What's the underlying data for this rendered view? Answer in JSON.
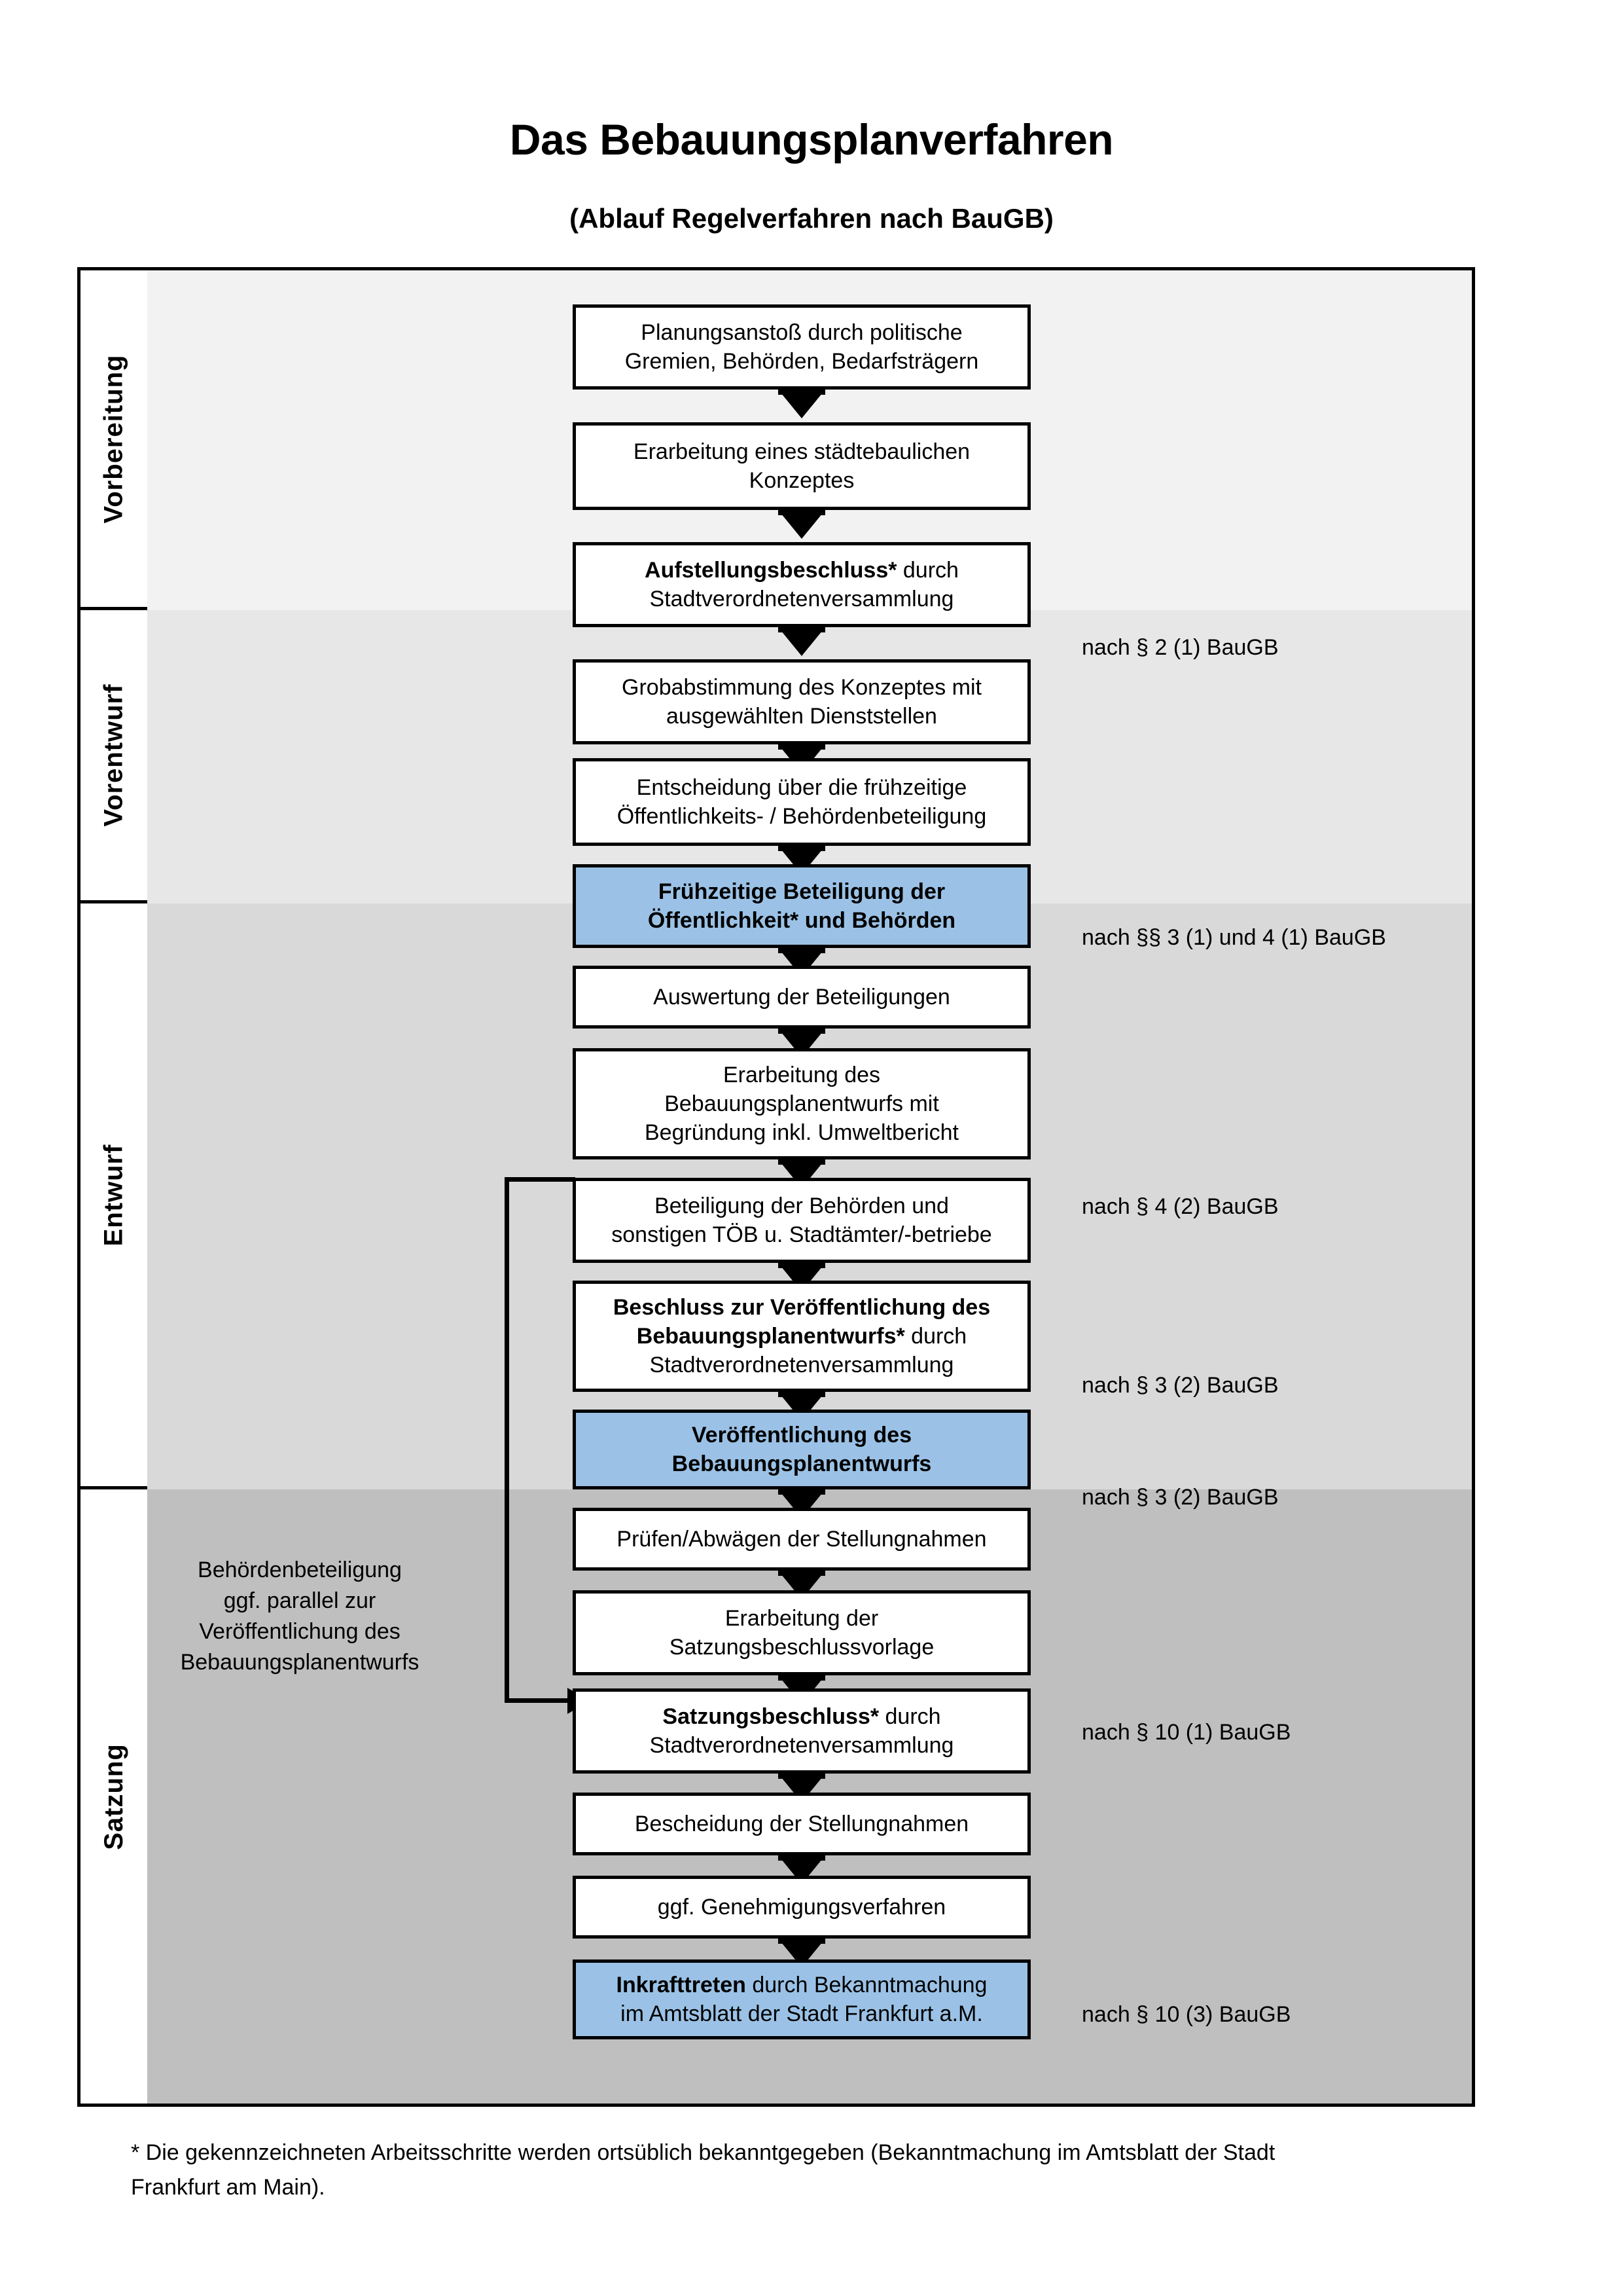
{
  "title": "Das Bebauungsplanverfahren",
  "subtitle": "(Ablauf Regelverfahren nach BauGB)",
  "colors": {
    "highlight": "#9BC2E6",
    "band_vorbereitung": "#F2F2F2",
    "band_vorentwurf": "#E7E7E7",
    "band_entwurf": "#D9D9D9",
    "band_satzung": "#BFBFBF",
    "border": "#000000"
  },
  "phases": [
    {
      "id": "vorbereitung",
      "label": "Vorbereitung"
    },
    {
      "id": "vorentwurf",
      "label": "Vorentwurf"
    },
    {
      "id": "entwurf",
      "label": "Entwurf"
    },
    {
      "id": "satzung",
      "label": "Satzung"
    }
  ],
  "steps": [
    {
      "id": "planungsanstoss",
      "phase": "vorbereitung",
      "highlight": false,
      "lines": [
        {
          "text": "Planungsanstoß durch politische",
          "bold": false
        },
        {
          "text": "Gremien, Behörden, Bedarfsträgern",
          "bold": false
        }
      ]
    },
    {
      "id": "konzept",
      "phase": "vorbereitung",
      "highlight": false,
      "lines": [
        {
          "text": "Erarbeitung eines städtebaulichen",
          "bold": false
        },
        {
          "text": "Konzeptes",
          "bold": false
        }
      ]
    },
    {
      "id": "aufstellungsbeschluss",
      "phase": "vorbereitung",
      "highlight": false,
      "lines": [
        {
          "text": "Aufstellungsbeschluss*",
          "bold": true,
          "suffix": " durch"
        },
        {
          "text": "Stadtverordnetenversammlung",
          "bold": false
        }
      ]
    },
    {
      "id": "grobabstimmung",
      "phase": "vorentwurf",
      "highlight": false,
      "lines": [
        {
          "text": "Grobabstimmung des Konzeptes mit",
          "bold": false
        },
        {
          "text": "ausgewählten Dienststellen",
          "bold": false
        }
      ]
    },
    {
      "id": "entscheidung-fruehzeitige",
      "phase": "vorentwurf",
      "highlight": false,
      "lines": [
        {
          "text": "Entscheidung über die frühzeitige",
          "bold": false
        },
        {
          "text": "Öffentlichkeits- / Behördenbeteiligung",
          "bold": false
        }
      ]
    },
    {
      "id": "fruehzeitige-beteiligung",
      "phase": "vorentwurf",
      "highlight": true,
      "lines": [
        {
          "text": "Frühzeitige Beteiligung der",
          "bold": true
        },
        {
          "text": "Öffentlichkeit* und Behörden",
          "bold": true
        }
      ]
    },
    {
      "id": "auswertung",
      "phase": "entwurf",
      "highlight": false,
      "lines": [
        {
          "text": "Auswertung der Beteiligungen",
          "bold": false
        }
      ]
    },
    {
      "id": "erarbeitung-entwurf",
      "phase": "entwurf",
      "highlight": false,
      "lines": [
        {
          "text": "Erarbeitung des",
          "bold": false
        },
        {
          "text": "Bebauungsplanentwurfs mit",
          "bold": false
        },
        {
          "text": "Begründung inkl. Umweltbericht",
          "bold": false
        }
      ]
    },
    {
      "id": "beteiligung-behoerden",
      "phase": "entwurf",
      "highlight": false,
      "lines": [
        {
          "text": "Beteiligung der Behörden und",
          "bold": false
        },
        {
          "text": "sonstigen TÖB u. Stadtämter/-betriebe",
          "bold": false
        }
      ]
    },
    {
      "id": "beschluss-veroeffentlichung",
      "phase": "entwurf",
      "highlight": false,
      "lines": [
        {
          "text": "Beschluss zur Veröffentlichung des",
          "bold": true
        },
        {
          "text": "Bebauungsplanentwurfs*",
          "bold": true,
          "suffix": " durch"
        },
        {
          "text": "Stadtverordnetenversammlung",
          "bold": false
        }
      ]
    },
    {
      "id": "veroeffentlichung",
      "phase": "entwurf",
      "highlight": true,
      "lines": [
        {
          "text": "Veröffentlichung des",
          "bold": true
        },
        {
          "text": "Bebauungsplanentwurfs",
          "bold": true
        }
      ]
    },
    {
      "id": "pruefen-abwaegen",
      "phase": "satzung",
      "highlight": false,
      "lines": [
        {
          "text": "Prüfen/Abwägen der Stellungnahmen",
          "bold": false
        }
      ]
    },
    {
      "id": "erarbeitung-satzungsvorlage",
      "phase": "satzung",
      "highlight": false,
      "lines": [
        {
          "text": "Erarbeitung der",
          "bold": false
        },
        {
          "text": "Satzungsbeschlussvorlage",
          "bold": false
        }
      ]
    },
    {
      "id": "satzungsbeschluss",
      "phase": "satzung",
      "highlight": false,
      "lines": [
        {
          "text": "Satzungsbeschluss*",
          "bold": true,
          "suffix": " durch"
        },
        {
          "text": "Stadtverordnetenversammlung",
          "bold": false
        }
      ]
    },
    {
      "id": "bescheidung",
      "phase": "satzung",
      "highlight": false,
      "lines": [
        {
          "text": "Bescheidung der Stellungnahmen",
          "bold": false
        }
      ]
    },
    {
      "id": "genehmigungsverfahren",
      "phase": "satzung",
      "highlight": false,
      "lines": [
        {
          "text": "ggf. Genehmigungsverfahren",
          "bold": false
        }
      ]
    },
    {
      "id": "inkrafttreten",
      "phase": "satzung",
      "highlight": true,
      "lines": [
        {
          "text": "Inkrafttreten",
          "bold": true,
          "suffix": " durch Bekanntmachung"
        },
        {
          "text": "im Amtsblatt der Stadt Frankfurt a.M.",
          "bold": false
        }
      ]
    }
  ],
  "law_notes": [
    {
      "id": "note-par2-1",
      "text": "nach § 2 (1) BauGB",
      "for_step": "aufstellungsbeschluss"
    },
    {
      "id": "note-par3-1-4-1",
      "text": "nach §§ 3 (1) und 4 (1) BauGB",
      "for_step": "fruehzeitige-beteiligung"
    },
    {
      "id": "note-par4-2",
      "text": "nach § 4 (2) BauGB",
      "for_step": "beteiligung-behoerden"
    },
    {
      "id": "note-par3-2-a",
      "text": "nach § 3 (2) BauGB",
      "for_step": "beschluss-veroeffentlichung"
    },
    {
      "id": "note-par3-2-b",
      "text": "nach § 3 (2) BauGB",
      "for_step": "veroeffentlichung"
    },
    {
      "id": "note-par10-1",
      "text": "nach § 10 (1) BauGB",
      "for_step": "satzungsbeschluss"
    },
    {
      "id": "note-par10-3",
      "text": "nach § 10 (3) BauGB",
      "for_step": "inkrafttreten"
    }
  ],
  "side_note": {
    "id": "side-note-behoerdenbeteiligung",
    "lines": [
      "Behördenbeteiligung",
      "ggf. parallel zur",
      "Veröffentlichung des",
      "Bebauungsplanentwurfs"
    ]
  },
  "footnote": {
    "line1": "* Die gekennzeichneten Arbeitsschritte werden ortsüblich bekanntgegeben (Bekanntmachung im Amtsblatt  der Stadt",
    "line2": "Frankfurt am Main)."
  }
}
